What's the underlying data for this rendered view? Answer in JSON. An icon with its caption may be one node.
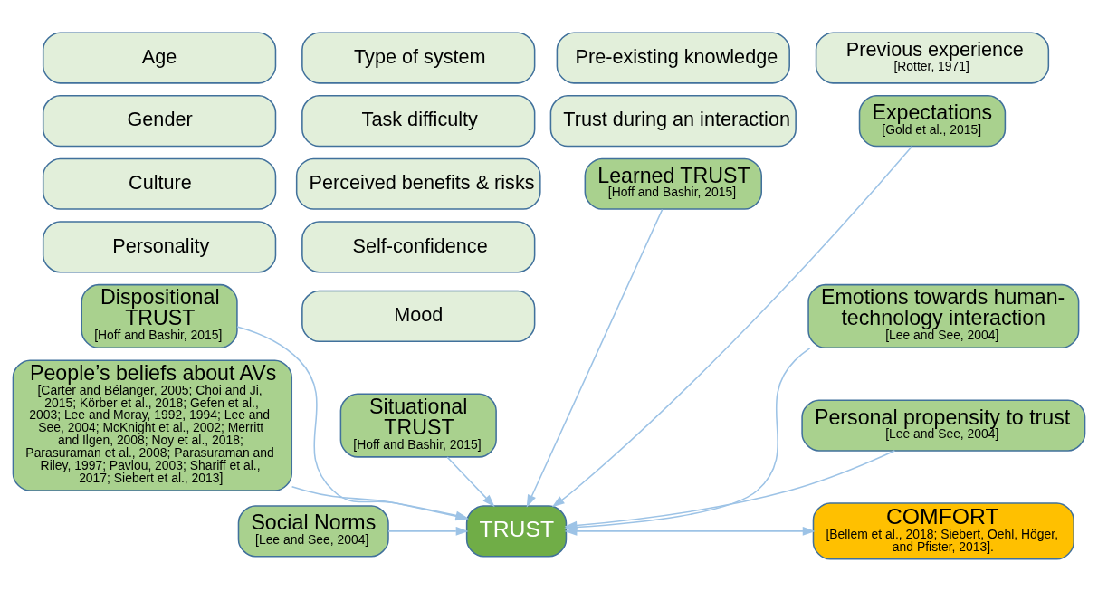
{
  "diagram": {
    "nodes": [
      {
        "text": [
          "Age"
        ]
      },
      {
        "text": [
          "Gender"
        ]
      },
      {
        "text": [
          "Culture"
        ]
      },
      {
        "text": [
          "Personality"
        ]
      },
      {
        "text": [
          "Dispositional TRUST",
          "[Hoff and Bashir, 2015]"
        ]
      },
      {
        "text": [
          "Type of system"
        ]
      },
      {
        "text": [
          "Task difficulty"
        ]
      },
      {
        "text": [
          "Perceived benefits & risks"
        ]
      },
      {
        "text": [
          "Self-confidence"
        ]
      },
      {
        "text": [
          "Mood"
        ]
      },
      {
        "text": [
          "Situational TRUST",
          "[Hoff and Bashir, 2015]"
        ]
      },
      {
        "text": [
          "Pre-existing knowledge"
        ]
      },
      {
        "text": [
          "Trust during an interaction"
        ]
      },
      {
        "text": [
          "Learned TRUST",
          "[Hoff and Bashir, 2015]"
        ]
      },
      {
        "text": [
          "Previous experience",
          "[Rotter, 1971]"
        ]
      },
      {
        "text": [
          "Expectations",
          "[Gold et al., 2015]"
        ]
      },
      {
        "text": [
          "Emotions towards human-technology interaction",
          "[Lee and See, 2004]"
        ]
      },
      {
        "text": [
          "Personal propensity to trust",
          "[Lee and See, 2004]"
        ]
      },
      {
        "text": [
          "People’s beliefs about AVs",
          "[Carter and Bélanger, 2005; Choi and Ji, 2015; Körber et al., 2018; Gefen et al., 2003; Lee and Moray, 1992, 1994; Lee and See, 2004; McKnight et al., 2002; Merritt and Ilgen, 2008; Noy et al., 2018; Parasuraman et al., 2008; Parasuraman and Riley, 1997; Pavlou, 2003; Shariff et al., 2017; Siebert et al., 2013]"
        ]
      },
      {
        "text": [
          "Social Norms",
          "[Lee and See, 2004]"
        ]
      },
      {
        "text": [
          "TRUST"
        ]
      },
      {
        "text": [
          "COMFORT",
          "[Bellem et al., 2018; Siebert, Oehl, Höger, and Pfister, 2013]."
        ]
      }
    ],
    "edges": [
      {
        "from": 4,
        "to": 20,
        "arrow": "to"
      },
      {
        "from": 10,
        "to": 20,
        "arrow": "to"
      },
      {
        "from": 13,
        "to": 20,
        "arrow": "to"
      },
      {
        "from": 15,
        "to": 20,
        "arrow": "to"
      },
      {
        "from": 16,
        "to": 20,
        "arrow": "to"
      },
      {
        "from": 17,
        "to": 20,
        "arrow": "to"
      },
      {
        "from": 18,
        "to": 20,
        "arrow": "to"
      },
      {
        "from": 19,
        "to": 20,
        "arrow": "to"
      },
      {
        "from": 20,
        "to": 21,
        "arrow": "both"
      }
    ]
  }
}
